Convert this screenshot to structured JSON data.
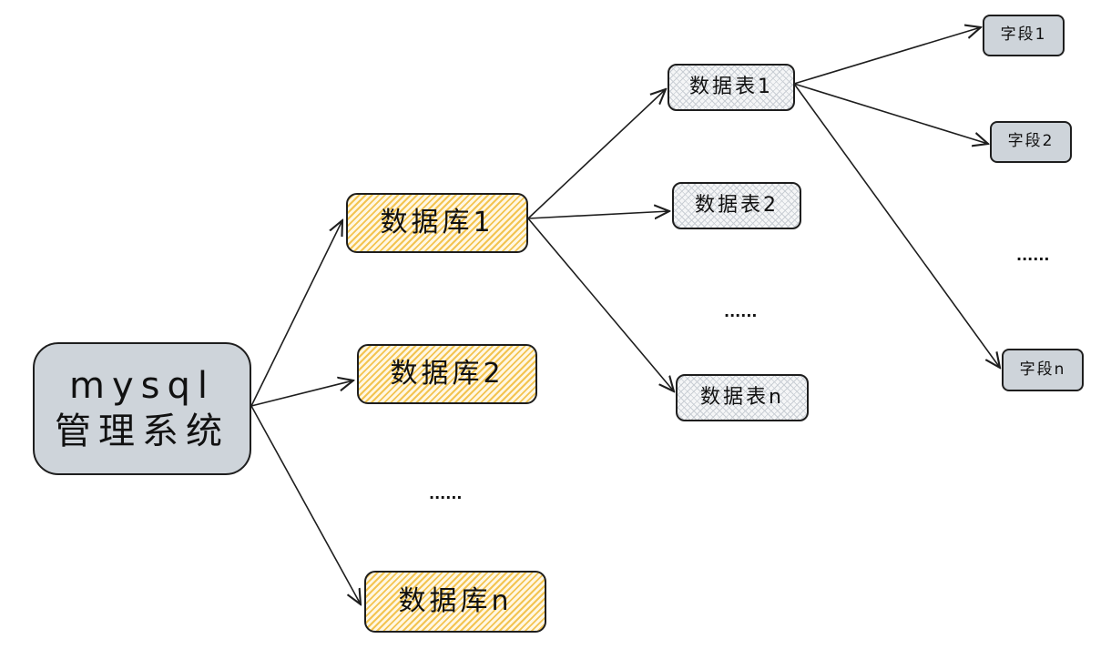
{
  "root": {
    "label": "mysql\n管理系统"
  },
  "databases": [
    "数据库1",
    "数据库2",
    "数据库n"
  ],
  "tables": [
    "数据表1",
    "数据表2",
    "数据表n"
  ],
  "fields": [
    "字段1",
    "字段2",
    "字段n"
  ],
  "ellipsis": "......",
  "colors": {
    "root_fill": "#ced4da",
    "database_fill": "#f3c451",
    "table_fill": "#c9ced4",
    "field_fill": "#ced4da",
    "stroke": "#1e1e1e"
  }
}
